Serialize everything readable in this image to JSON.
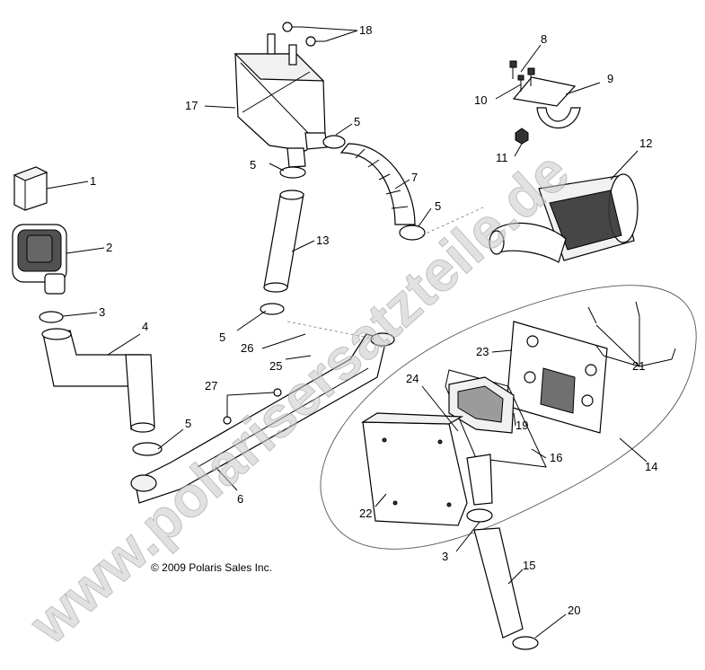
{
  "callouts": [
    {
      "id": "c1",
      "label": "1"
    },
    {
      "id": "c2",
      "label": "2"
    },
    {
      "id": "c3a",
      "label": "3"
    },
    {
      "id": "c4",
      "label": "4"
    },
    {
      "id": "c5a",
      "label": "5"
    },
    {
      "id": "c5b",
      "label": "5"
    },
    {
      "id": "c5c",
      "label": "5"
    },
    {
      "id": "c5d",
      "label": "5"
    },
    {
      "id": "c5e",
      "label": "5"
    },
    {
      "id": "c6",
      "label": "6"
    },
    {
      "id": "c7",
      "label": "7"
    },
    {
      "id": "c8",
      "label": "8"
    },
    {
      "id": "c9",
      "label": "9"
    },
    {
      "id": "c10",
      "label": "10"
    },
    {
      "id": "c11",
      "label": "11"
    },
    {
      "id": "c12",
      "label": "12"
    },
    {
      "id": "c13",
      "label": "13"
    },
    {
      "id": "c14",
      "label": "14"
    },
    {
      "id": "c15",
      "label": "15"
    },
    {
      "id": "c16",
      "label": "16"
    },
    {
      "id": "c17",
      "label": "17"
    },
    {
      "id": "c18",
      "label": "18"
    },
    {
      "id": "c19",
      "label": "19"
    },
    {
      "id": "c20",
      "label": "20"
    },
    {
      "id": "c21",
      "label": "21"
    },
    {
      "id": "c22",
      "label": "22"
    },
    {
      "id": "c23",
      "label": "23"
    },
    {
      "id": "c24",
      "label": "24"
    },
    {
      "id": "c25",
      "label": "25"
    },
    {
      "id": "c26",
      "label": "26"
    },
    {
      "id": "c27",
      "label": "27"
    },
    {
      "id": "c3b",
      "label": "3"
    }
  ],
  "copyright": "© 2009 Polaris Sales Inc.",
  "watermark": "www.polarisersatzteile.de"
}
